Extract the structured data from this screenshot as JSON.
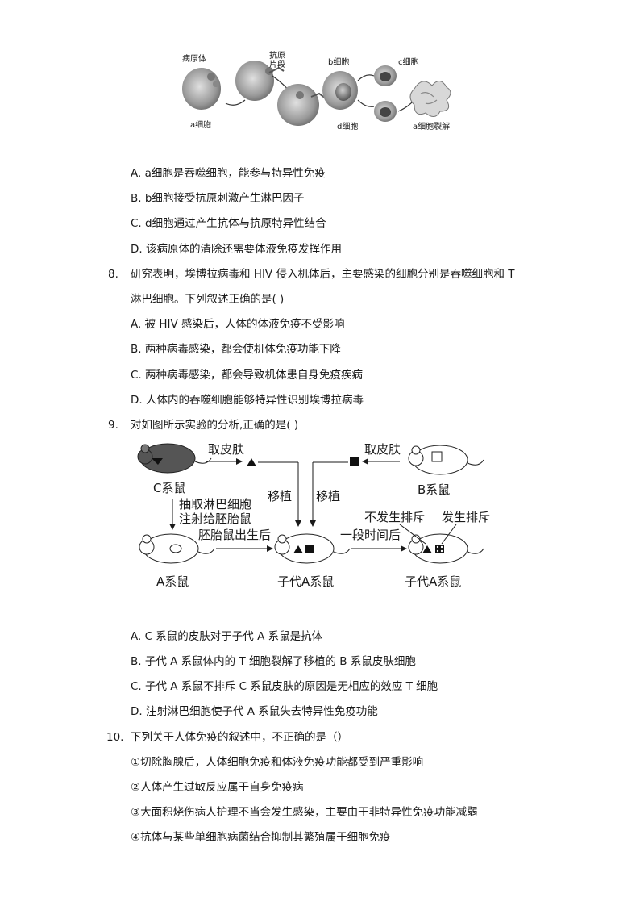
{
  "figure1": {
    "labels": {
      "pathogen": "病原体",
      "antigen_fragment_1": "抗原",
      "antigen_fragment_2": "片段",
      "b_cell": "b细胞",
      "c_cell": "c细胞",
      "a_cell": "a细胞",
      "d_cell": "d细胞",
      "a_cell_lysis": "a细胞裂解"
    }
  },
  "q7": {
    "options": [
      "A. a细胞是吞噬细胞，能参与特异性免疫",
      "B. b细胞接受抗原刺激产生淋巴因子",
      "C. d细胞通过产生抗体与抗原特异性结合",
      "D. 该病原体的清除还需要体液免疫发挥作用"
    ]
  },
  "q8": {
    "number": "8.",
    "stem_line1": "研究表明，埃博拉病毒和 HIV 侵入机体后，主要感染的细胞分别是吞噬细胞和 T",
    "stem_line2": "淋巴细胞。下列叙述正确的是( )",
    "options": [
      "A. 被 HIV 感染后，人体的体液免疫不受影响",
      "B. 两种病毒感染，都会使机体免疫功能下降",
      "C. 两种病毒感染，都会导致机体患自身免疫疾病",
      "D. 人体内的吞噬细胞能够特异性识别埃博拉病毒"
    ]
  },
  "q9": {
    "number": "9.",
    "stem": "对如图所示实验的分析,正确的是( )",
    "figure": {
      "take_skin_left": "取皮肤",
      "take_skin_right": "取皮肤",
      "c_mouse": "C系鼠",
      "b_mouse": "B系鼠",
      "extract_1": "抽取淋巴细胞",
      "extract_2": "注射给胚胎鼠",
      "transplant_left": "移植",
      "transplant_right": "移植",
      "no_rejection": "不发生排斥",
      "rejection": "发生排斥",
      "after_birth": "胚胎鼠出生后",
      "after_time": "一段时间后",
      "a_mouse": "A系鼠",
      "offspring_a_1": "子代A系鼠",
      "offspring_a_2": "子代A系鼠"
    },
    "options": [
      "A. C 系鼠的皮肤对于子代 A 系鼠是抗体",
      "B. 子代 A 系鼠体内的 T 细胞裂解了移植的 B 系鼠皮肤细胞",
      "C. 子代 A 系鼠不排斥 C 系鼠皮肤的原因是无相应的效应 T 细胞",
      "D. 注射淋巴细胞使子代 A 系鼠失去特异性免疫功能"
    ]
  },
  "q10": {
    "number": "10.",
    "stem": "下列关于人体免疫的叙述中，不正确的是（）",
    "items": [
      "①切除胸腺后，人体细胞免疫和体液免疫功能都受到严重影响",
      "②人体产生过敏反应属于自身免疫病",
      "③大面积烧伤病人护理不当会发生感染，主要由于非特异性免疫功能减弱",
      "④抗体与某些单细胞病菌结合抑制其繁殖属于细胞免疫"
    ]
  }
}
